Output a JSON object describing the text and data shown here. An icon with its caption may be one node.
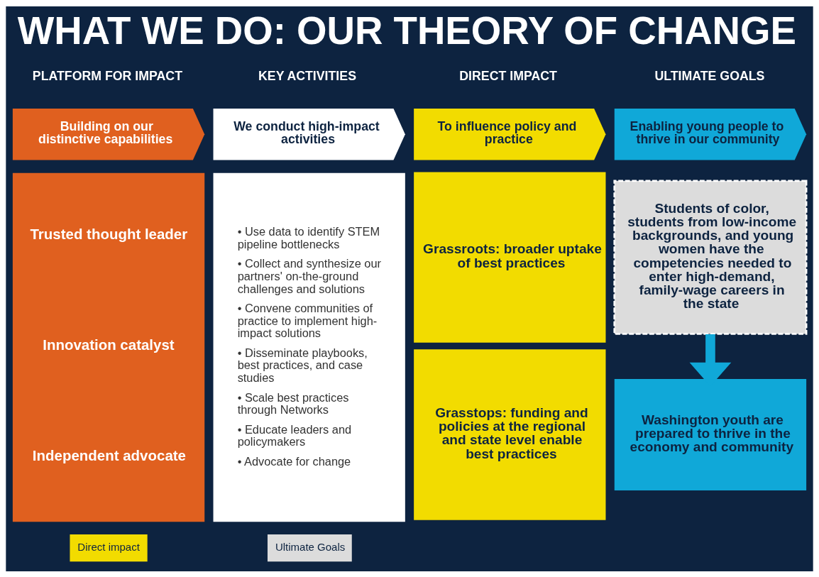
{
  "diagram": {
    "title": "WHAT WE DO: OUR THEORY OF CHANGE",
    "nodes": [
      {
        "text": [
          "Building on our distinctive capabilities"
        ]
      },
      {
        "text": [
          "We conduct high-impact activities"
        ]
      },
      {
        "text": [
          "To influence policy and practice"
        ]
      },
      {
        "text": [
          "Enabling young people to thrive in our community"
        ]
      },
      {
        "text": [
          "Trusted thought leader",
          "Innovation catalyst",
          "Independent advocate"
        ]
      },
      {
        "text": [
          "• Use data to identify STEM pipeline bottlenecks",
          "• Collect and synthesize our partners' on-the-ground challenges and solutions",
          "• Convene communities of practice to implement high-impact solutions",
          "• Disseminate playbooks, best practices, and case studies",
          "• Scale best practices through Networks",
          "• Educate leaders and policymakers",
          "• Advocate for change"
        ]
      },
      {
        "text": [
          "Grassroots: broader uptake of best practices"
        ]
      },
      {
        "text": [
          "Grasstops: funding and policies at the regional and state level enable best practices"
        ]
      },
      {
        "text": [
          "Students of color, students from low-income backgrounds, and young women have the competencies needed to enter high-demand, family-wage careers in the state"
        ]
      },
      {
        "text": [
          "Washington youth are prepared to thrive in the economy and community"
        ]
      }
    ],
    "edges": [
      {
        "from": 8,
        "to": 9,
        "arrow": "to"
      }
    ],
    "labels": [
      "PLATFORM FOR IMPACT",
      "KEY ACTIVITIES",
      "DIRECT IMPACT",
      "ULTIMATE GOALS"
    ],
    "legend": [
      {
        "text": "Direct impact",
        "color": "#f2dc00"
      },
      {
        "text": "Ultimate Goals",
        "color": "#dcdcdc"
      }
    ]
  }
}
